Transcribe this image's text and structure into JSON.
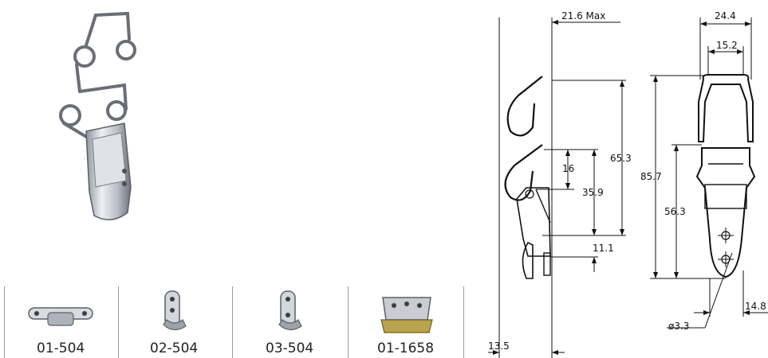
{
  "parts": [
    {
      "code": "01-504"
    },
    {
      "code": "02-504"
    },
    {
      "code": "03-504"
    },
    {
      "code": "01-1658"
    }
  ],
  "dimensions": {
    "max_width": "21.6  Max",
    "width": "24.4",
    "inner_width": "15.2",
    "d16": "16",
    "d65": "65.3",
    "d85": "85.7",
    "d35": "35.9",
    "d56": "56.3",
    "d11": "11.1",
    "d13": "13.5",
    "hole": "ø3.3",
    "d14": "14.8"
  },
  "colors": {
    "metal_light": "#e4e6ea",
    "metal_mid": "#a9adb5",
    "metal_dark": "#5c6068",
    "line": "#111111",
    "separator": "#9a9aa8"
  }
}
